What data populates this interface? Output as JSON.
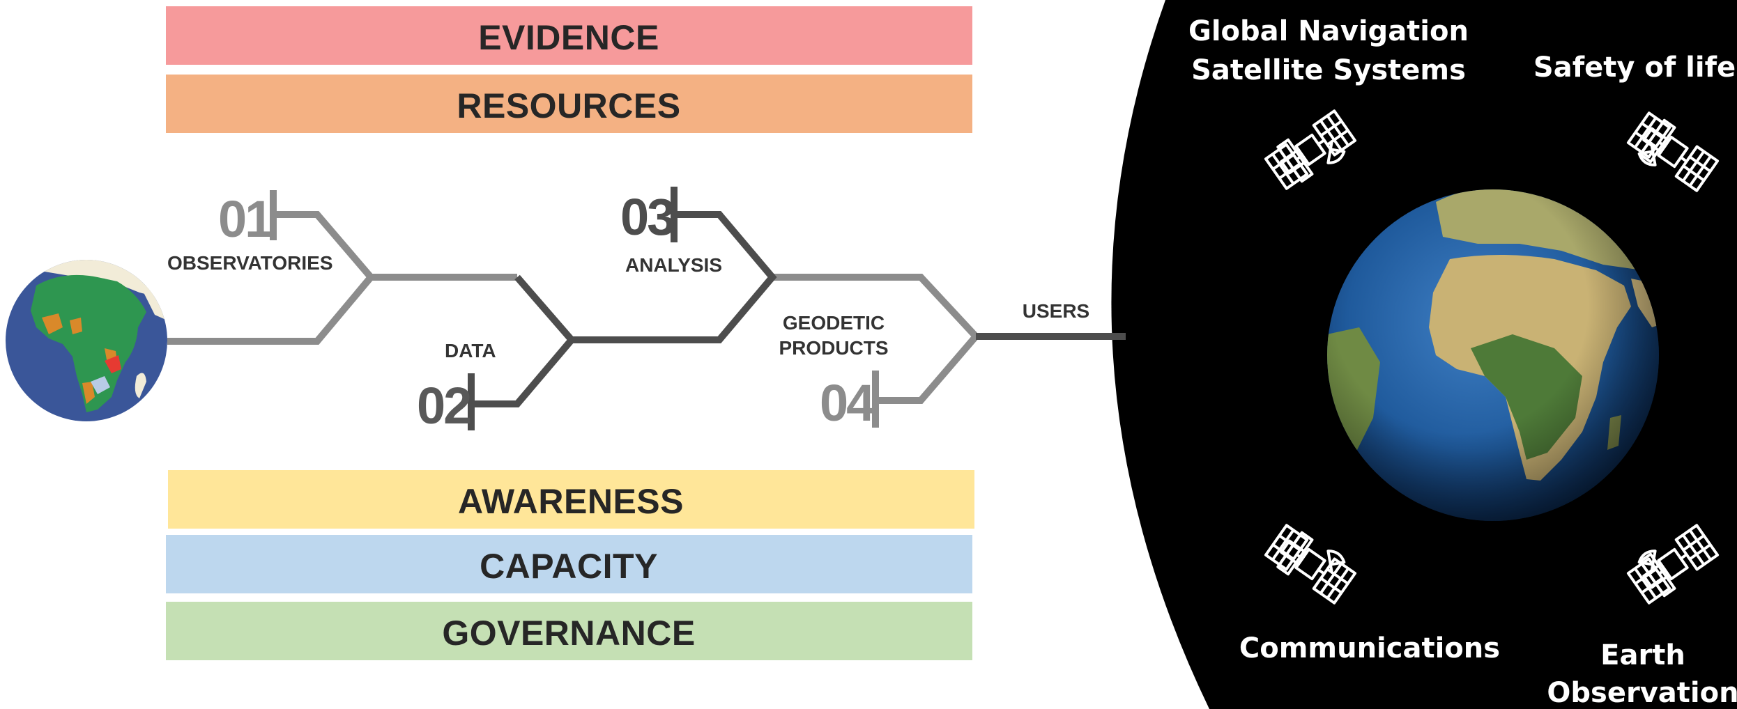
{
  "bands": {
    "evidence": "EVIDENCE",
    "resources": "RESOURCES",
    "awareness": "AWARENESS",
    "capacity": "CAPACITY",
    "governance": "GOVERNANCE"
  },
  "colors": {
    "evidence": "#f69a9b",
    "resources": "#f4b183",
    "awareness": "#ffe699",
    "capacity": "#bdd7ee",
    "governance": "#c5e0b4",
    "pipe_light": "#8c8c8c",
    "pipe_dark": "#4d4d4d",
    "space": "#000000"
  },
  "steps": {
    "s01": {
      "number": "01",
      "label": "OBSERVATORIES"
    },
    "s02": {
      "number": "02",
      "label": "DATA"
    },
    "s03": {
      "number": "03",
      "label": "ANALYSIS"
    },
    "s04": {
      "number": "04",
      "label_line1": "GEODETIC",
      "label_line2": "PRODUCTS"
    },
    "users": "USERS"
  },
  "space": {
    "gnss_line1": "Global Navigation",
    "gnss_line2": "Satellite Systems",
    "safety": "Safety of life",
    "communications": "Communications",
    "eo_line1": "Earth",
    "eo_line2": "Observation"
  }
}
